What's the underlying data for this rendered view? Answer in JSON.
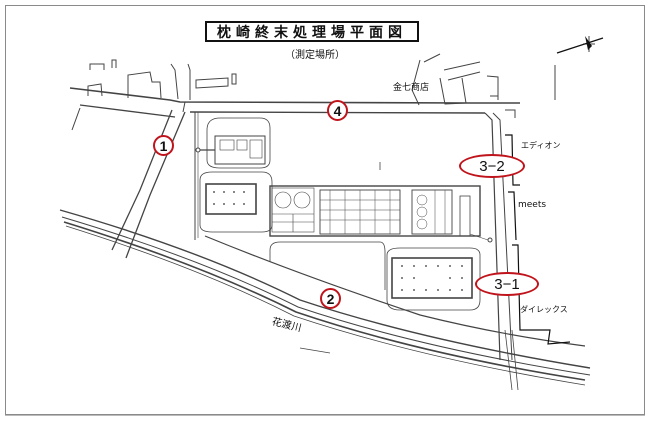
{
  "title": "枕崎終末処理場平面図",
  "subtitle": "（測定場所）",
  "labels": {
    "shop": "金七商店",
    "edion": "エディオン",
    "meets": "meets",
    "direx": "ダイレックス",
    "river": "花渡川"
  },
  "markers": [
    {
      "id": "1",
      "label": "1",
      "shape": "circle"
    },
    {
      "id": "2",
      "label": "2",
      "shape": "circle"
    },
    {
      "id": "4",
      "label": "4",
      "shape": "circle"
    },
    {
      "id": "3-2",
      "label": "3−2",
      "shape": "oval"
    },
    {
      "id": "3-1",
      "label": "3−1",
      "shape": "oval"
    }
  ],
  "icons": {
    "north_arrow": "compass-north-arrow-icon"
  },
  "colors": {
    "marker": "#c0141c",
    "line": "#333333",
    "frame": "#8a8a8a"
  }
}
